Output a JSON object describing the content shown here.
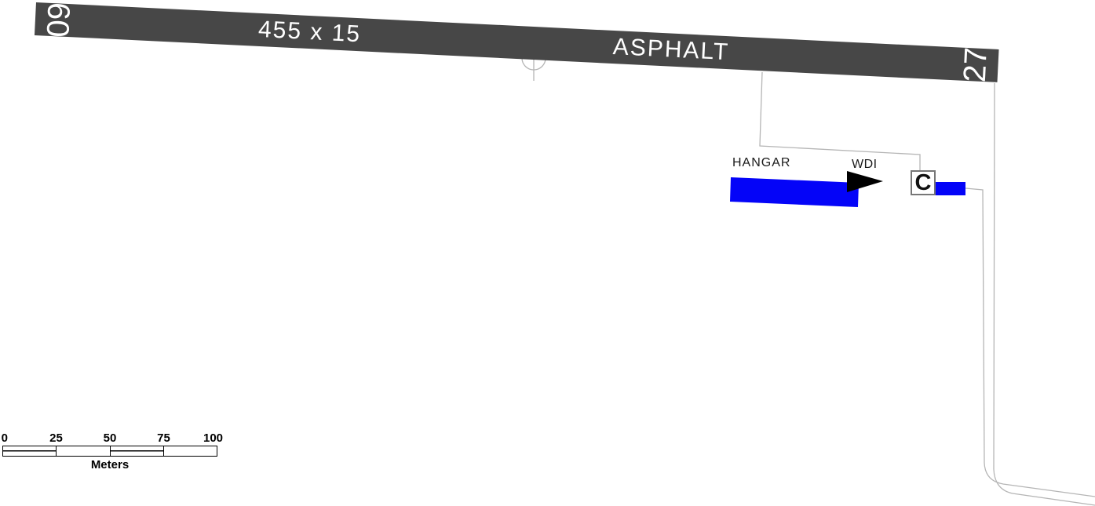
{
  "diagram": {
    "kind": "airport-runway-sketch",
    "runway": {
      "end_left_number": "09",
      "end_right_number": "27",
      "size_label": "455 x 15",
      "surface_label": "ASPHALT"
    },
    "features": {
      "hangar_label": "HANGAR",
      "wdi_label": "WDI",
      "segmented_circle_label": "C"
    },
    "scale_bar": {
      "tick_labels": [
        "0",
        "25",
        "50",
        "75",
        "100"
      ],
      "unit_label": "Meters"
    },
    "colors": {
      "runway_fill": "#474747",
      "runway_text": "#ffffff",
      "building_fill": "#0404f8",
      "wdi_arrow": "#000000",
      "outline_stroke": "#b5b5b5",
      "label_text": "#1a1a1a"
    },
    "icons": {
      "airport_reference_point": "crosshair-icon",
      "wind_direction_indicator": "wind-direction-arrow-icon"
    }
  }
}
